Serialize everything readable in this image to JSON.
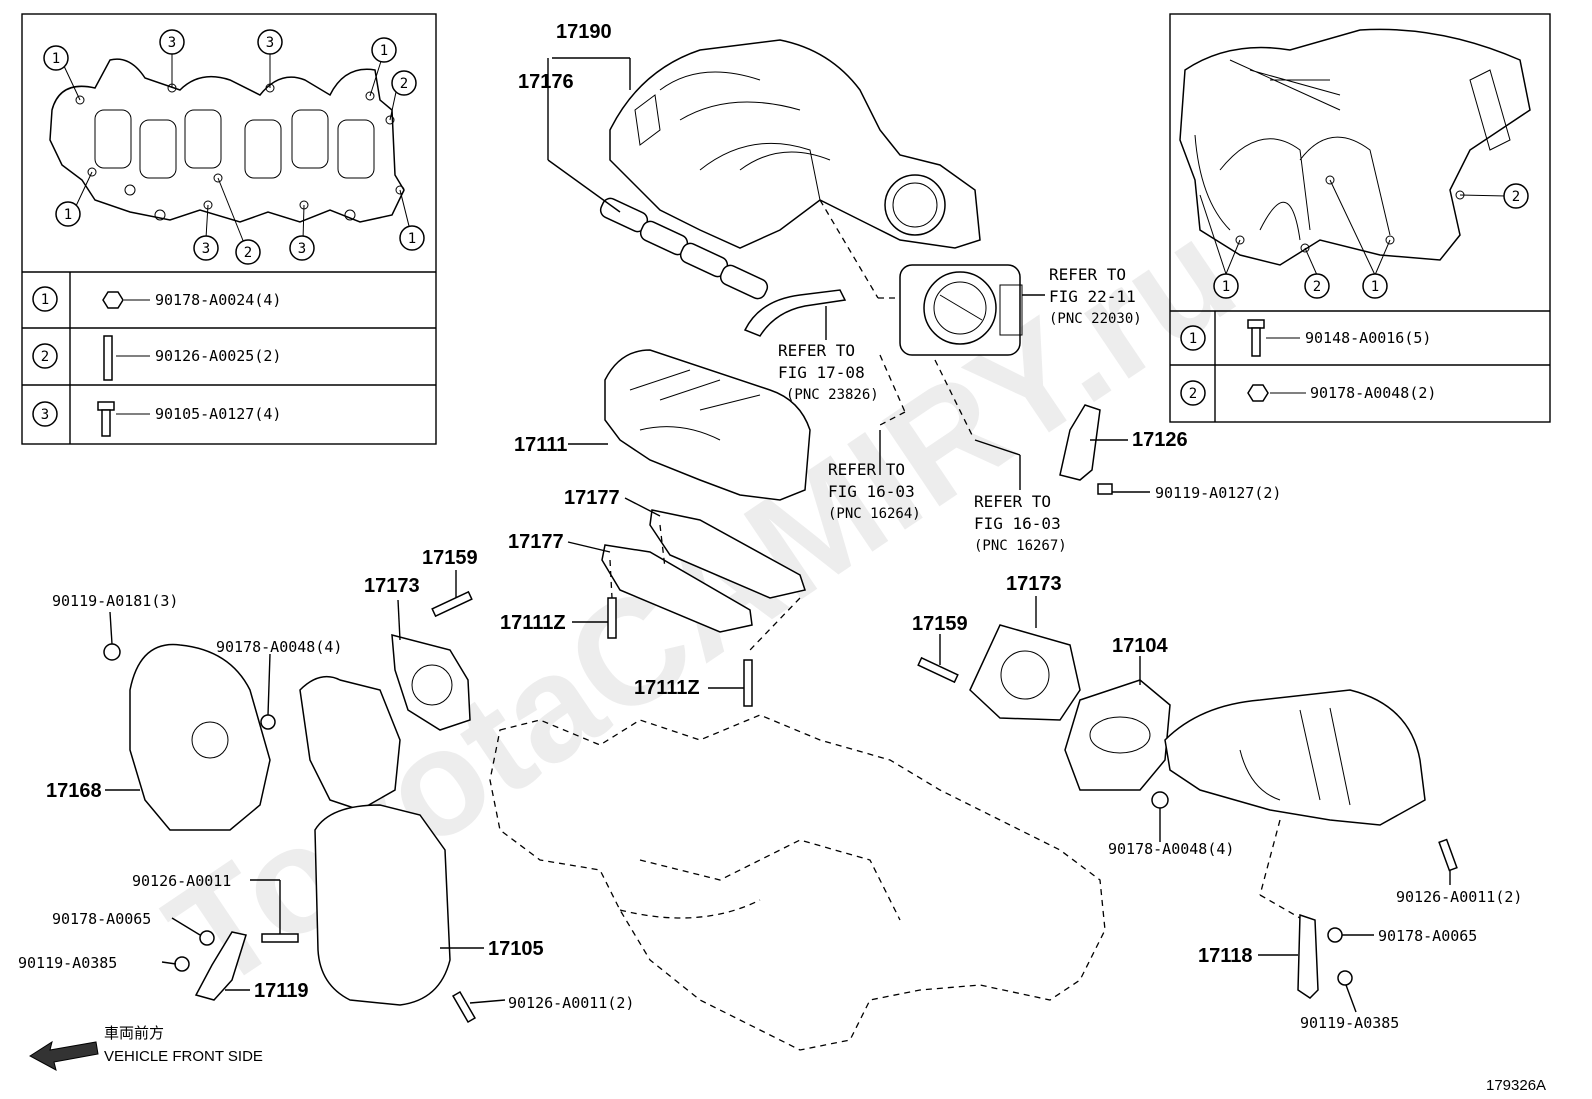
{
  "watermark": "ToyotaCAMIRY.ru",
  "figure_code": "179326A",
  "direction": {
    "jp": "車両前方",
    "en": "VEHICLE FRONT SIDE"
  },
  "legend_left": {
    "rows": [
      {
        "num": "1",
        "part": "90178-A0024(4)"
      },
      {
        "num": "2",
        "part": "90126-A0025(2)"
      },
      {
        "num": "3",
        "part": "90105-A0127(4)"
      }
    ],
    "callouts": [
      "1",
      "3",
      "3",
      "1",
      "2",
      "1",
      "3",
      "2",
      "3",
      "1"
    ]
  },
  "legend_right": {
    "rows": [
      {
        "num": "1",
        "part": "90148-A0016(5)"
      },
      {
        "num": "2",
        "part": "90178-A0048(2)"
      }
    ],
    "callouts": [
      "2",
      "1",
      "2",
      "1"
    ]
  },
  "labels": {
    "p17190": "17190",
    "p17176": "17176",
    "p17111": "17111",
    "p17177a": "17177",
    "p17177b": "17177",
    "p17111Z_a": "17111Z",
    "p17111Z_b": "17111Z",
    "p17126": "17126",
    "p17159a": "17159",
    "p17173a": "17173",
    "p17159b": "17159",
    "p17173b": "17173",
    "p17104": "17104",
    "p17168": "17168",
    "p17105": "17105",
    "p17119": "17119",
    "p17118": "17118",
    "b90119_A0127": "90119-A0127(2)",
    "b90119_A0181": "90119-A0181(3)",
    "b90178_A0048_4a": "90178-A0048(4)",
    "b90178_A0048_4b": "90178-A0048(4)",
    "b90126_A0011": "90126-A0011",
    "b90178_A0065a": "90178-A0065",
    "b90119_A0385a": "90119-A0385",
    "b90126_A0011_2a": "90126-A0011(2)",
    "b90126_A0011_2b": "90126-A0011(2)",
    "b90178_A0065b": "90178-A0065",
    "b90119_A0385b": "90119-A0385"
  },
  "refs": {
    "r1": [
      "REFER TO",
      "FIG 22-11",
      "(PNC 22030)"
    ],
    "r2": [
      "REFER TO",
      "FIG 17-08",
      "(PNC 23826)"
    ],
    "r3": [
      "REFER TO",
      "FIG 16-03",
      "(PNC 16264)"
    ],
    "r4": [
      "REFER TO",
      "FIG 16-03",
      "(PNC 16267)"
    ]
  }
}
